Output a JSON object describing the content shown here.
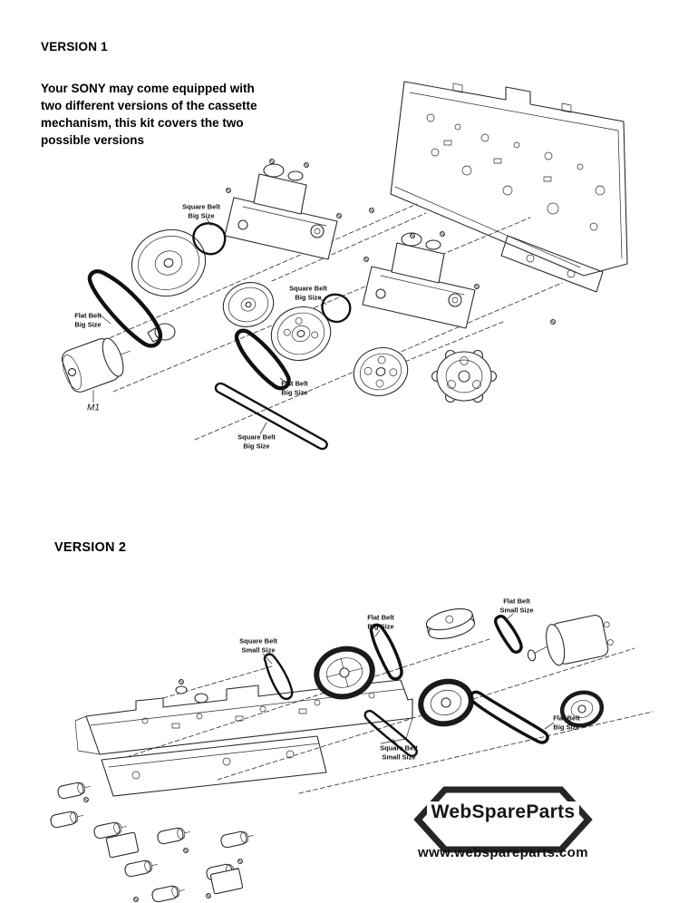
{
  "version1": {
    "title": "VERSION 1",
    "description": "Your SONY may come equipped with\ntwo different versions of the cassette\nmechanism, this kit covers the two\npossible versions",
    "labels": [
      {
        "line1": "Square Belt",
        "line2": "Big Size"
      },
      {
        "line1": "Flat Belt",
        "line2": "Big Size"
      },
      {
        "line1": "Square Belt",
        "line2": "Big Size"
      },
      {
        "line1": "Flat Belt",
        "line2": "Big Size"
      },
      {
        "line1": "Square Belt",
        "line2": "Big Size"
      }
    ],
    "motor_label": "M1"
  },
  "version2": {
    "title": "VERSION 2",
    "labels": [
      {
        "line1": "Square Belt",
        "line2": "Small Size"
      },
      {
        "line1": "Flat Belt",
        "line2": "Big Size"
      },
      {
        "line1": "Flat Belt",
        "line2": "Small Size"
      },
      {
        "line1": "Flat Belt",
        "line2": "Big Size"
      },
      {
        "line1": "Square Belt",
        "line2": "Small Size"
      }
    ]
  },
  "footer": {
    "brand": "WebSpareParts",
    "website": "www.webspareparts.com"
  },
  "colors": {
    "line": "#2b2b2b",
    "belt": "#101010",
    "background": "#ffffff"
  }
}
